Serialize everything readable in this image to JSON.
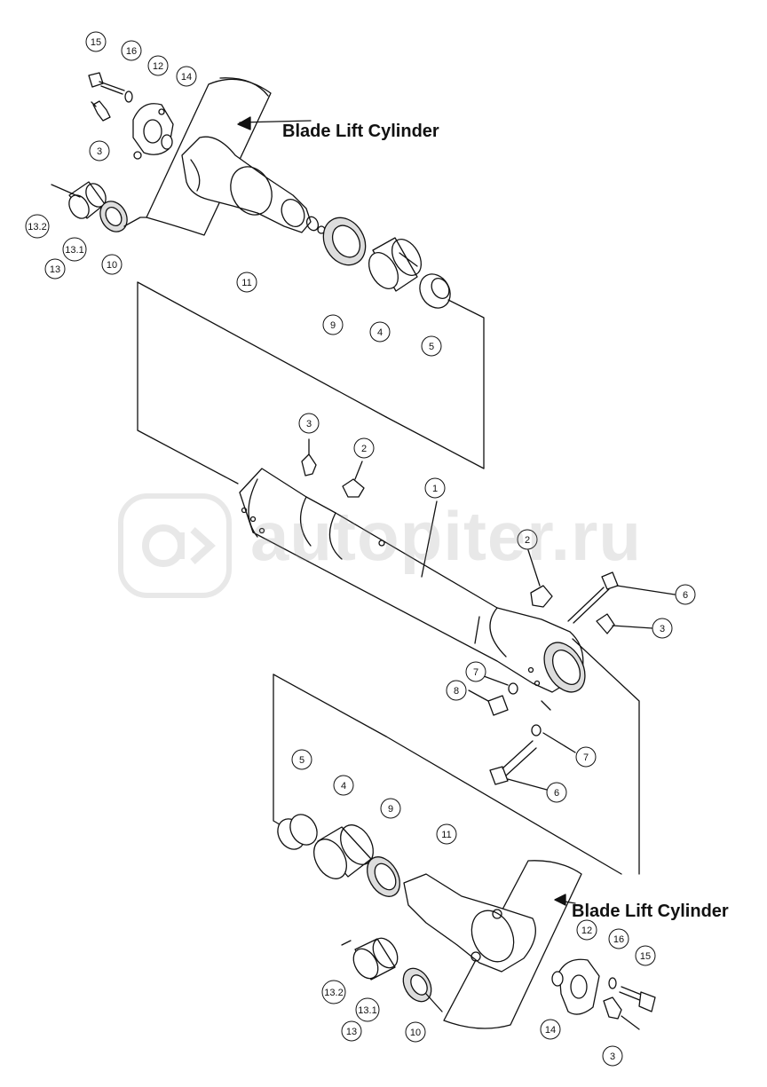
{
  "callouts": {
    "top_label": "Blade Lift Cylinder",
    "bottom_label": "Blade Lift Cylinder"
  },
  "watermark": {
    "text": "autopiter.ru",
    "icon": "autopiter-logo-icon"
  },
  "part_numbers": {
    "p1": "1",
    "p2": "2",
    "p3": "3",
    "p4": "4",
    "p5": "5",
    "p6": "6",
    "p7": "7",
    "p8": "8",
    "p9": "9",
    "p10": "10",
    "p11": "11",
    "p12": "12",
    "p13": "13",
    "p13_1": "13.1",
    "p13_2": "13.2",
    "p14": "14",
    "p15": "15",
    "p16": "16"
  },
  "colors": {
    "line": "#111111",
    "shade": "#c8c8c8",
    "watermark": "#9a9a9a"
  }
}
